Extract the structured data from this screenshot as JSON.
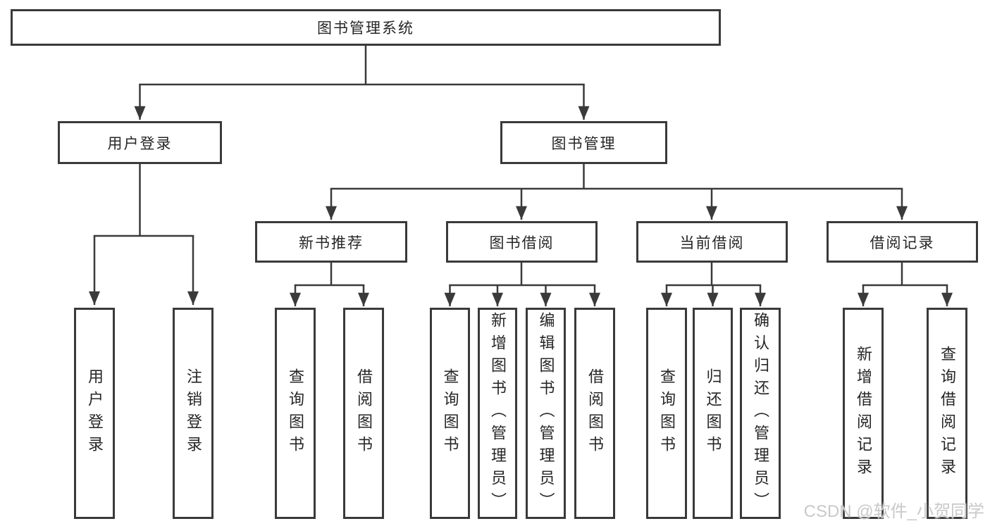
{
  "title": "图书管理系统",
  "watermark": "CSDN @软件_小贺同学",
  "colors": {
    "border": "#3a3a3a",
    "line": "#3a3a3a",
    "text": "#262626",
    "watermark": "#c9c9c9",
    "background": "#ffffff"
  },
  "tree": {
    "label": "图书管理系统",
    "children": [
      {
        "label": "用户登录",
        "children": [
          {
            "label": "用户登录"
          },
          {
            "label": "注销登录"
          }
        ]
      },
      {
        "label": "图书管理",
        "children": [
          {
            "label": "新书推荐",
            "children": [
              {
                "label": "查询图书"
              },
              {
                "label": "借阅图书"
              }
            ]
          },
          {
            "label": "图书借阅",
            "children": [
              {
                "label": "查询图书"
              },
              {
                "label": "新增图书（管理员）"
              },
              {
                "label": "编辑图书（管理员）"
              },
              {
                "label": "借阅图书"
              }
            ]
          },
          {
            "label": "当前借阅",
            "children": [
              {
                "label": "查询图书"
              },
              {
                "label": "归还图书"
              },
              {
                "label": "确认归还（管理员）"
              }
            ]
          },
          {
            "label": "借阅记录",
            "children": [
              {
                "label": "新增借阅记录"
              },
              {
                "label": "查询借阅记录"
              }
            ]
          }
        ]
      }
    ]
  }
}
